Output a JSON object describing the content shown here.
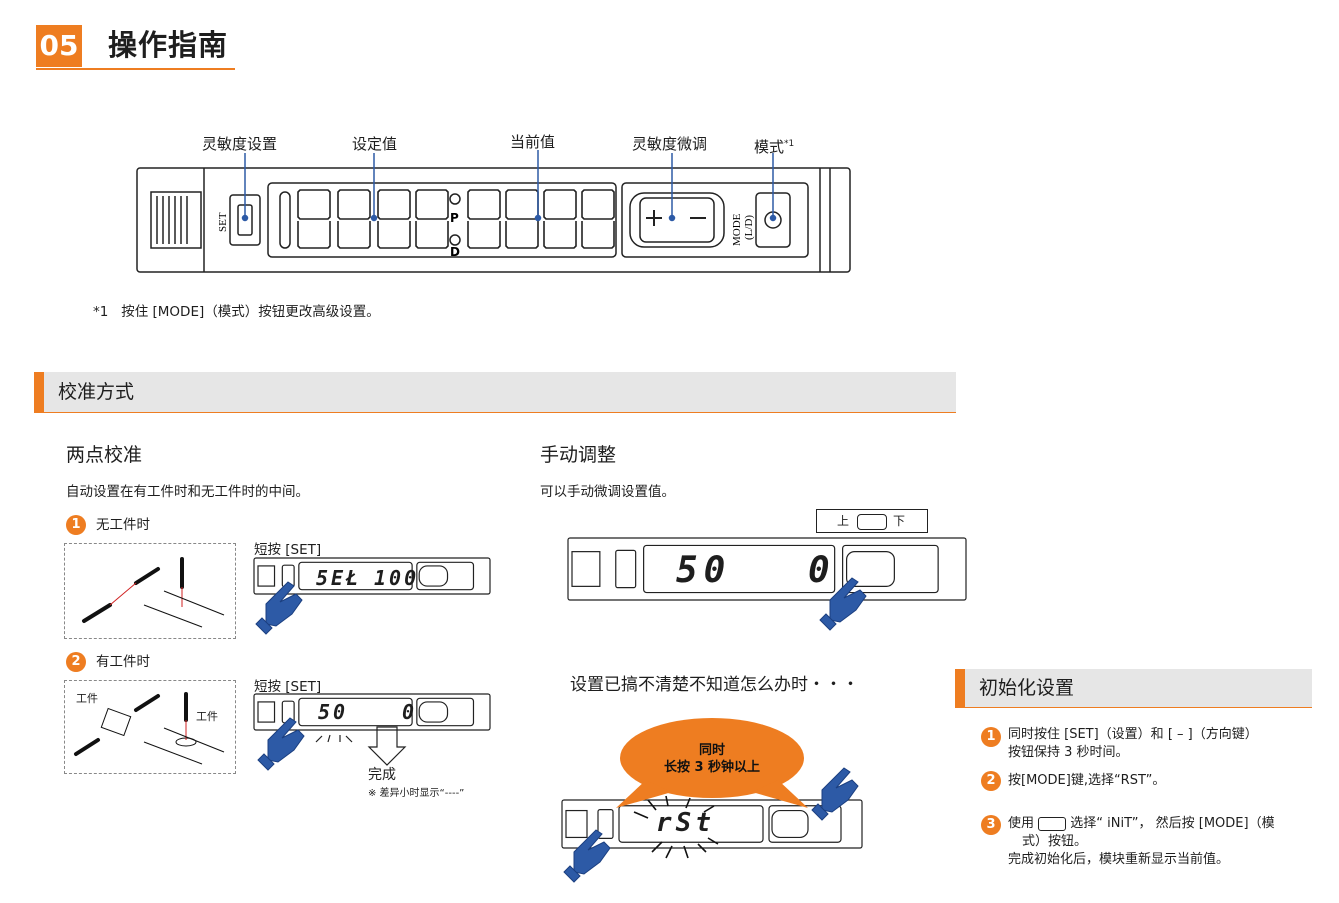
{
  "header": {
    "number": "05",
    "title": "操作指南"
  },
  "device_labels": {
    "sensitivity": "灵敏度设置",
    "set_value": "设定值",
    "current_value": "当前值",
    "fine_tune": "灵敏度微调",
    "mode": "模式",
    "mode_note_mark": "*1",
    "set_key": "SET",
    "mode_key": "MODE",
    "mode_key_sub": "(L/D)",
    "p_label": "P",
    "d_label": "D"
  },
  "footnote": {
    "mark": "*1",
    "text": "按住 [MODE]（模式）按钮更改高级设置。"
  },
  "calibration": {
    "title": "校准方式",
    "two_point": {
      "title": "两点校准",
      "desc": "自动设置在有工件时和无工件时的中间。",
      "steps": [
        {
          "num": "1",
          "label": "无工件时",
          "action": "短按 [SET]",
          "display_left": "5EŁ",
          "display_right": "100"
        },
        {
          "num": "2",
          "label": "有工件时",
          "action": "短按 [SET]",
          "display_left": "50",
          "display_right": "0",
          "workpiece_a": "工件",
          "workpiece_b": "工件",
          "done": "完成",
          "note": "※ 差异小时显示“----”"
        }
      ]
    },
    "manual": {
      "title": "手动调整",
      "desc": "可以手动微调设置值。",
      "up": "上",
      "down": "下",
      "display_left": "50",
      "display_right": "0"
    },
    "reset_prompt": "设置已搞不清楚不知道怎么办时・・・",
    "bubble": {
      "line1": "同时",
      "line2": "长按 3 秒钟以上"
    },
    "reset_display": "rSt"
  },
  "init": {
    "title": "初始化设置",
    "steps": [
      {
        "num": "1",
        "line1": "同时按住 [SET]（设置）和 [ – ]（方向键）",
        "line2": "按钮保持 3 秒时间。"
      },
      {
        "num": "2",
        "line1": "按[MODE]键,选择“RST”。"
      },
      {
        "num": "3",
        "line1": "使用",
        "line1b": "选择“ iNiT”， 然后按 [MODE]（模",
        "line2": "式）按钮。",
        "line3": "完成初始化后，模块重新显示当前值。"
      }
    ]
  },
  "colors": {
    "accent": "#ee7d21",
    "bar": "#e6e6e6",
    "hand": "#2d5aa6"
  }
}
